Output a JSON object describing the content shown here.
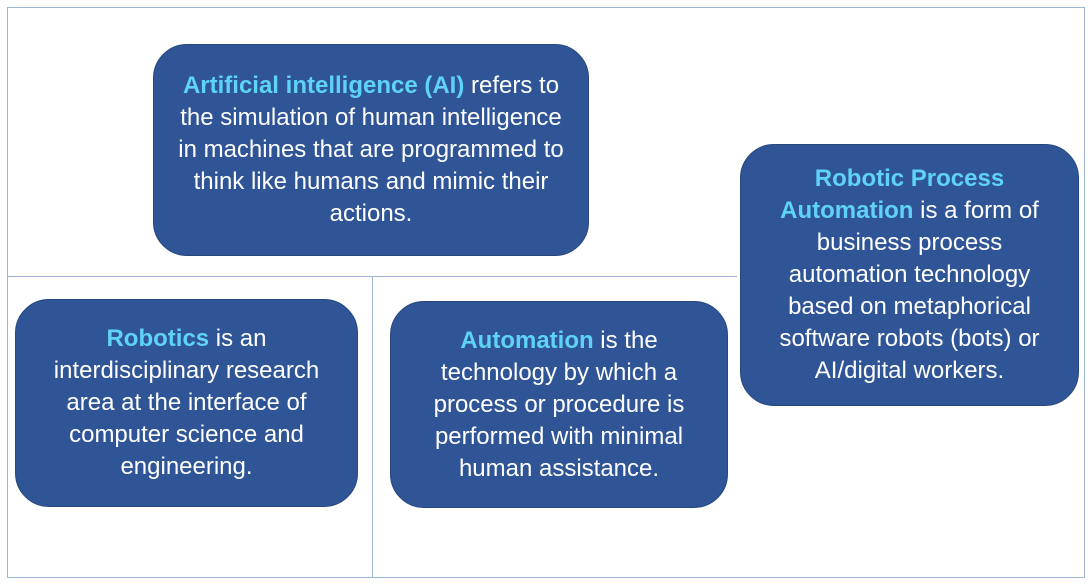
{
  "boxes": {
    "ai": {
      "term": "Artificial intelligence (AI)",
      "definition": " refers to the simulation of human intelligence in machines that are programmed to think like humans and mimic their actions."
    },
    "robotics": {
      "term": "Robotics",
      "definition": " is an interdisciplinary research area at the interface of computer science and engineering."
    },
    "automation": {
      "term": "Automation",
      "definition": " is the technology by which a process or procedure is performed with minimal human assistance."
    },
    "rpa": {
      "term": "Robotic Process Automation",
      "definition": " is a form of business process automation technology based on metaphorical software robots (bots) or AI/digital workers."
    }
  },
  "colors": {
    "box_fill": "#2f5597",
    "term_text": "#5fd3f3",
    "body_text": "#ffffff",
    "divider": "#9fb6d6"
  }
}
